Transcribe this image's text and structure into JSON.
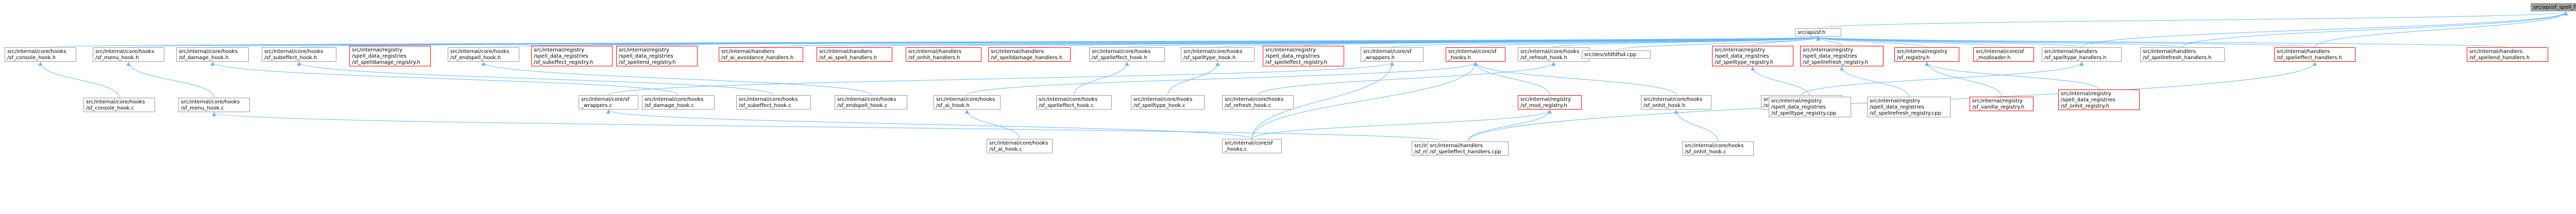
{
  "graph": {
    "nodes": [
      {
        "id": "root",
        "label": "src/api/sf_spell_functions.h",
        "style": "root"
      },
      {
        "id": "sfh",
        "label": "src/api/sf.h",
        "style": "normal"
      },
      {
        "id": "r1",
        "label": "src/internal/core/hooks\n/sf_console_hook.h",
        "style": "normal"
      },
      {
        "id": "r2",
        "label": "src/internal/core/hooks\n/sf_menu_hook.h",
        "style": "normal"
      },
      {
        "id": "r3",
        "label": "src/internal/core/hooks\n/sf_damage_hook.h",
        "style": "normal"
      },
      {
        "id": "r4",
        "label": "src/internal/core/hooks\n/sf_subeffect_hook.h",
        "style": "normal"
      },
      {
        "id": "r5",
        "label": "src/internal/registry\n/spell_data_registries\n/sf_spelldamage_registry.h",
        "style": "red"
      },
      {
        "id": "r6",
        "label": "src/internal/core/hooks\n/sf_endspell_hook.h",
        "style": "normal"
      },
      {
        "id": "r7",
        "label": "src/internal/registry\n/spell_data_registries\n/sf_subeffect_registry.h",
        "style": "red"
      },
      {
        "id": "r8",
        "label": "src/internal/registry\n/spell_data_registries\n/sf_spellend_registry.h",
        "style": "red"
      },
      {
        "id": "r9",
        "label": "src/internal/handlers\n/sf_ai_avoidance_handlers.h",
        "style": "red"
      },
      {
        "id": "r10",
        "label": "src/internal/handlers\n/sf_ai_spell_handlers.h",
        "style": "red"
      },
      {
        "id": "r11",
        "label": "src/internal/handlers\n/sf_onhit_handlers.h",
        "style": "red"
      },
      {
        "id": "r12",
        "label": "src/internal/handlers\n/sf_spelldamage_handlers.h",
        "style": "red"
      },
      {
        "id": "r13",
        "label": "src/internal/core/hooks\n/sf_spelleffect_hook.h",
        "style": "normal"
      },
      {
        "id": "r14",
        "label": "src/internal/core/hooks\n/sf_spelltype_hook.h",
        "style": "normal"
      },
      {
        "id": "r15",
        "label": "src/internal/registry\n/spell_data_registries\n/sf_spelleffect_registry.h",
        "style": "red"
      },
      {
        "id": "r16",
        "label": "src/internal/core/sf\n_wrappers.h",
        "style": "normal"
      },
      {
        "id": "r17",
        "label": "src/internal/core/sf\n_hooks.h",
        "style": "red"
      },
      {
        "id": "r18",
        "label": "src/internal/core/hooks\n/sf_refresh_hook.h",
        "style": "normal"
      },
      {
        "id": "r19",
        "label": "src/dev/​sfdfdfsd.cpp",
        "style": "normal"
      },
      {
        "id": "r20",
        "label": "src/internal/registry\n/spell_data_registries\n/sf_spelltype_registry.h",
        "style": "red"
      },
      {
        "id": "r21",
        "label": "src/internal/registry\n/spell_data_registries\n/sf_spellrefresh_registry.h",
        "style": "red"
      },
      {
        "id": "r22",
        "label": "src/internal/registry\n/sf_registry.h",
        "style": "red"
      },
      {
        "id": "r23",
        "label": "src/internal/core/sf\n_modloader.h",
        "style": "red"
      },
      {
        "id": "r24",
        "label": "src/internal/handlers\n/sf_spelltype_handlers.h",
        "style": "normal"
      },
      {
        "id": "r25",
        "label": "src/internal/handlers\n/sf_spellrefresh_handlers.h",
        "style": "normal"
      },
      {
        "id": "r26",
        "label": "src/internal/handlers\n/sf_spelleffect_handlers.h",
        "style": "red"
      },
      {
        "id": "r27",
        "label": "src/internal/handlers\n/sf_spellend_handlers.h",
        "style": "red"
      },
      {
        "id": "m1",
        "label": "src/internal/core/hooks\n/sf_console_hook.c",
        "style": "normal"
      },
      {
        "id": "m2",
        "label": "src/internal/core/hooks\n/sf_menu_hook.c",
        "style": "normal"
      },
      {
        "id": "m3",
        "label": "src/internal/core/sf\n_wrappers.c",
        "style": "normal"
      },
      {
        "id": "m4",
        "label": "src/internal/core/hooks\n/sf_damage_hook.c",
        "style": "normal"
      },
      {
        "id": "m5",
        "label": "src/internal/core/hooks\n/sf_subeffect_hook.c",
        "style": "normal"
      },
      {
        "id": "m6",
        "label": "src/internal/core/hooks\n/sf_endspell_hook.c",
        "style": "normal"
      },
      {
        "id": "m7",
        "label": "src/internal/core/hooks\n/sf_ai_hook.h",
        "style": "normal"
      },
      {
        "id": "m8",
        "label": "src/internal/core/hooks\n/sf_spelleffect_hook.c",
        "style": "normal"
      },
      {
        "id": "m9",
        "label": "src/internal/core/hooks\n/sf_spelltype_hook.c",
        "style": "normal"
      },
      {
        "id": "m10",
        "label": "src/internal/core/hooks\n/sf_refresh_hook.c",
        "style": "normal"
      },
      {
        "id": "m11",
        "label": "src/internal/registry\n/sf_mod_registry.h",
        "style": "red"
      },
      {
        "id": "m12",
        "label": "src/internal/core/hooks\n/sf_onhit_hook.h",
        "style": "normal"
      },
      {
        "id": "m13",
        "label": "src/internal/handlers\n/sf_spelltype_handlers.cpp",
        "style": "normal"
      },
      {
        "id": "m14",
        "label": "src/internal/registry\n/spell_data_registries\n/sf_spelltype_registry.cpp",
        "style": "normal"
      },
      {
        "id": "m15",
        "label": "src/internal/registry\n/spell_data_registries\n/sf_spellrefresh_registry.cpp",
        "style": "normal"
      },
      {
        "id": "m16",
        "label": "src/internal/registry\n/sf_vanilla_registry.h",
        "style": "red"
      },
      {
        "id": "m17",
        "label": "src/internal/registry\n/spell_data_registries\n/sf_onhit_registry.h",
        "style": "red"
      },
      {
        "id": "b1",
        "label": "src/internal/core/hooks\n/sf_ai_hook.c",
        "style": "normal"
      },
      {
        "id": "b2",
        "label": "src/internal/core/sf\n_hooks.c",
        "style": "normal"
      },
      {
        "id": "b3",
        "label": "src/internal/core/hooks\n/sf_menu_hook.c",
        "style": "normal"
      },
      {
        "id": "b4",
        "label": "src/internal/handlers\n/sf_spelleffect_handlers.cpp",
        "style": "normal"
      },
      {
        "id": "b5",
        "label": "src/internal/core/hooks\n/sf_onhit_hook.c",
        "style": "normal"
      }
    ]
  }
}
